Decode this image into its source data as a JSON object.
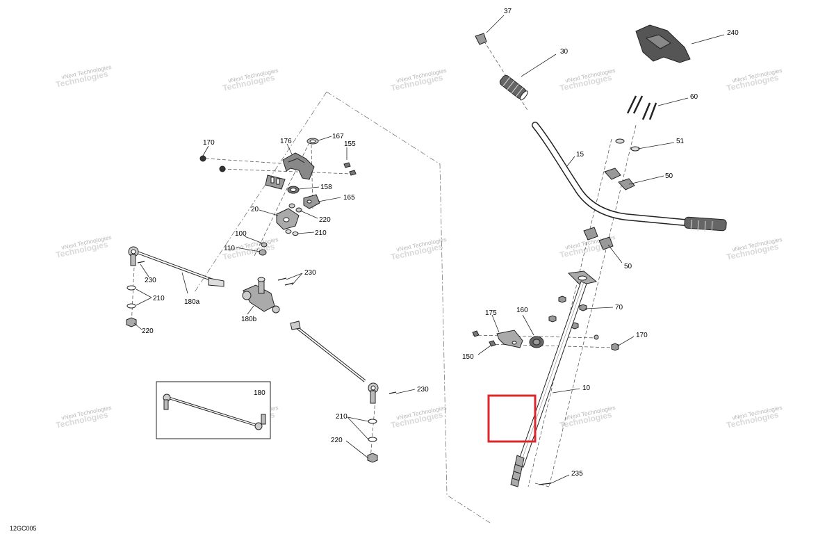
{
  "diagram": {
    "reference_code": "12GC005",
    "watermark": {
      "line1": "vNext Technologies",
      "line2": "Technologies"
    },
    "highlight_color": "#e0262b",
    "callouts": [
      {
        "id": "c37",
        "label": "37"
      },
      {
        "id": "c30",
        "label": "30"
      },
      {
        "id": "c240",
        "label": "240"
      },
      {
        "id": "c60",
        "label": "60"
      },
      {
        "id": "c51",
        "label": "51"
      },
      {
        "id": "c15",
        "label": "15"
      },
      {
        "id": "c50a",
        "label": "50"
      },
      {
        "id": "c50b",
        "label": "50"
      },
      {
        "id": "c70",
        "label": "70"
      },
      {
        "id": "c170r",
        "label": "170"
      },
      {
        "id": "c175",
        "label": "175"
      },
      {
        "id": "c160",
        "label": "160"
      },
      {
        "id": "c150",
        "label": "150"
      },
      {
        "id": "c10",
        "label": "10"
      },
      {
        "id": "c235",
        "label": "235"
      },
      {
        "id": "c170l",
        "label": "170"
      },
      {
        "id": "c176",
        "label": "176"
      },
      {
        "id": "c167",
        "label": "167"
      },
      {
        "id": "c155",
        "label": "155"
      },
      {
        "id": "c158",
        "label": "158"
      },
      {
        "id": "c165",
        "label": "165"
      },
      {
        "id": "c20",
        "label": "20"
      },
      {
        "id": "c220a",
        "label": "220"
      },
      {
        "id": "c210a",
        "label": "210"
      },
      {
        "id": "c100",
        "label": "100"
      },
      {
        "id": "c110",
        "label": "110"
      },
      {
        "id": "c230a",
        "label": "230"
      },
      {
        "id": "c230b",
        "label": "230"
      },
      {
        "id": "c180a",
        "label": "180a"
      },
      {
        "id": "c210b",
        "label": "210"
      },
      {
        "id": "c220b",
        "label": "220"
      },
      {
        "id": "c180b",
        "label": "180b"
      },
      {
        "id": "c230c",
        "label": "230"
      },
      {
        "id": "c210c",
        "label": "210"
      },
      {
        "id": "c220c",
        "label": "220"
      },
      {
        "id": "c180",
        "label": "180"
      }
    ]
  }
}
